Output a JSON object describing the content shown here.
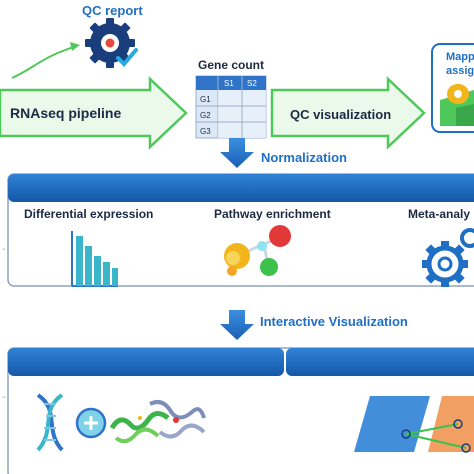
{
  "qc_report": {
    "label": "QC report"
  },
  "pipeline": {
    "label": "RNAseq pipeline"
  },
  "gene_count": {
    "title": "Gene count",
    "columns": [
      "S1",
      "S2"
    ],
    "rows": [
      "G1",
      "G2",
      "G3"
    ]
  },
  "qc_visualization": {
    "label": "QC visualization"
  },
  "mapping_box": {
    "line1": "Mapp",
    "line2": "assig"
  },
  "normalization": {
    "label": "Normalization"
  },
  "analysis": {
    "differential_expression": "Differential expression",
    "pathway_enrichment": "Pathway enrichment",
    "meta_analysis": "Meta-analy"
  },
  "interactive_visualization": {
    "label": "Interactive Visualization"
  },
  "colors": {
    "blue_band": "#1f6fc5",
    "blue_dark": "#1a3d7c",
    "green_arrow": "#4fc85b",
    "green_fill": "#eaf9ea",
    "panel_border": "#8fa3bd",
    "text_dark": "#1d2a44",
    "teal_bar": "#3bb5c9"
  }
}
